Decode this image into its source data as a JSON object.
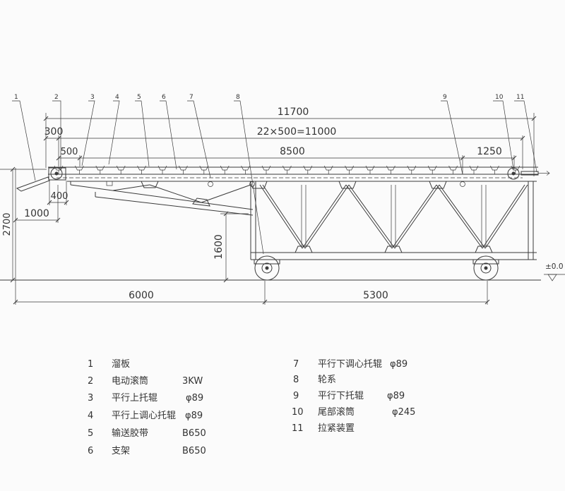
{
  "callouts": [
    "1",
    "2",
    "3",
    "4",
    "5",
    "6",
    "7",
    "8",
    "9",
    "10",
    "11"
  ],
  "dimensions": {
    "total_length": "11700",
    "head_offset": "300",
    "idler_pitch": "22×500=11000",
    "first_pitch": "500",
    "middle_span": "8500",
    "tail_span": "1250",
    "drum_offset": "400",
    "slide_length": "1000",
    "wheel_height": "1600",
    "overall_height": "2700",
    "front_length": "6000",
    "wheelbase": "5300",
    "ground_level": "±0.0"
  },
  "legend": [
    {
      "no": "1",
      "name": "溜板"
    },
    {
      "no": "2",
      "name": "电动滚筒",
      "spec": "3KW"
    },
    {
      "no": "3",
      "name": "平行上托辊",
      "spec": "φ89"
    },
    {
      "no": "4",
      "name": "平行上调心托辊",
      "spec": "φ89"
    },
    {
      "no": "5",
      "name": "输送胶带",
      "spec": "B650"
    },
    {
      "no": "6",
      "name": "支架",
      "spec": "B650"
    },
    {
      "no": "7",
      "name": "平行下调心托辊",
      "spec": "φ89"
    },
    {
      "no": "8",
      "name": "轮系"
    },
    {
      "no": "9",
      "name": "平行下托辊",
      "spec": "φ89"
    },
    {
      "no": "10",
      "name": "尾部滚筒",
      "spec": "φ245"
    },
    {
      "no": "11",
      "name": "拉紧装置"
    }
  ],
  "colors": {
    "line": "#3a3a3a",
    "paper": "#fbfbfb"
  }
}
